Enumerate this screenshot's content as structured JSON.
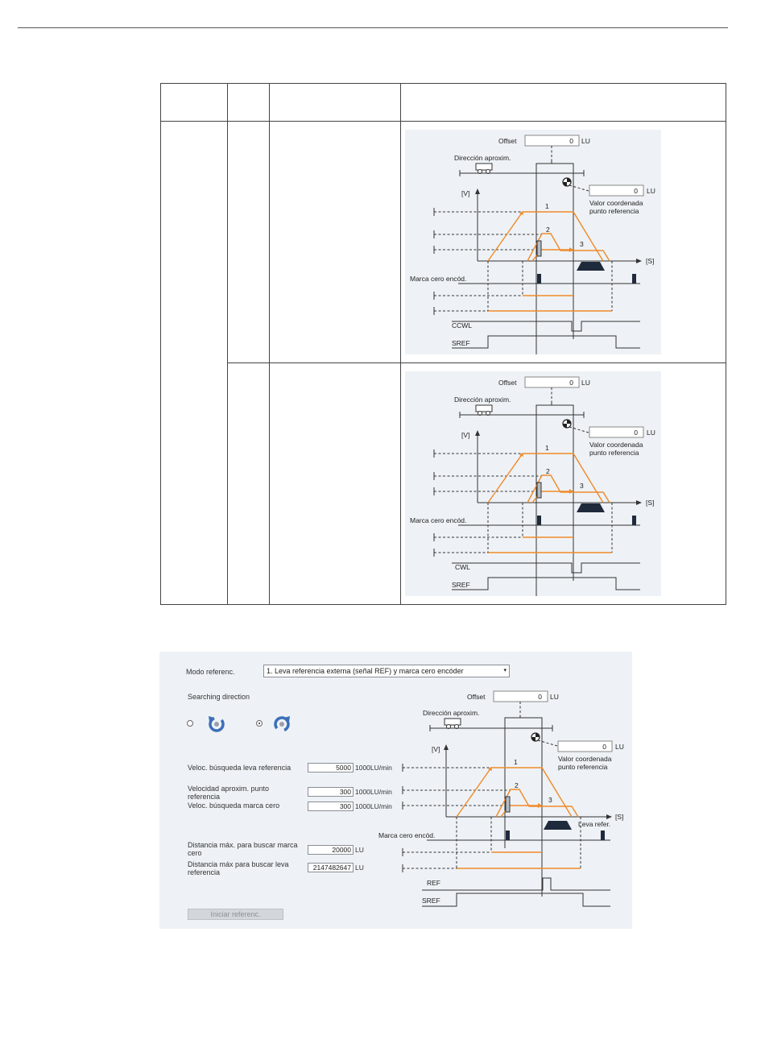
{
  "diagram1": {
    "offset_label": "Offset",
    "offset_value": "0",
    "offset_unit": "LU",
    "direction_label": "Dirección aproxim.",
    "v_axis": "[V]",
    "s_axis": "[S]",
    "ref_value": "0",
    "ref_unit": "LU",
    "ref_label_1": "Valor coordenada",
    "ref_label_2": "punto referencia",
    "encoder_label": "Marca cero encód.",
    "limit_label": "CCWL",
    "sref_label": "SREF",
    "step1": "1",
    "step2": "2",
    "step3": "3"
  },
  "diagram2": {
    "offset_label": "Offset",
    "offset_value": "0",
    "offset_unit": "LU",
    "direction_label": "Dirección aproxim.",
    "v_axis": "[V]",
    "s_axis": "[S]",
    "ref_value": "0",
    "ref_unit": "LU",
    "ref_label_1": "Valor coordenada",
    "ref_label_2": "punto referencia",
    "encoder_label": "Marca cero encód.",
    "limit_label": "CWL",
    "sref_label": "SREF",
    "step1": "1",
    "step2": "2",
    "step3": "3"
  },
  "panel": {
    "mode_label": "Modo referenc.",
    "mode_value": "1. Leva referencia externa (señal REF) y marca cero encóder",
    "search_dir_label": "Searching direction",
    "velocity_cam_label": "Veloc. búsqueda leva referencia",
    "velocity_cam_value": "5000",
    "velocity_cam_unit": "1000LU/min",
    "velocity_approach_label_1": "Velocidad aproxim. punto",
    "velocity_approach_label_2": "referencia",
    "velocity_approach_value": "300",
    "velocity_approach_unit": "1000LU/min",
    "velocity_zero_label": "Veloc. búsqueda marca cero",
    "velocity_zero_value": "300",
    "velocity_zero_unit": "1000LU/min",
    "dist_zero_label_1": "Distancia máx. para buscar marca",
    "dist_zero_label_2": "cero",
    "dist_zero_value": "20000",
    "dist_zero_unit": "LU",
    "dist_cam_label_1": "Distancia máx para buscar leva",
    "dist_cam_label_2": "referencia",
    "dist_cam_value": "2147482647",
    "dist_cam_unit": "LU",
    "start_button": "Iniciar referenc.",
    "diagram": {
      "offset_label": "Offset",
      "offset_value": "0",
      "offset_unit": "LU",
      "direction_label": "Dirección aproxim.",
      "v_axis": "[V]",
      "s_axis": "[S]",
      "ref_value": "0",
      "ref_unit": "LU",
      "ref_label_1": "Valor coordenada",
      "ref_label_2": "punto referencia",
      "encoder_label": "Marca cero encód.",
      "cam_label": "Leva refer.",
      "ref_signal": "REF",
      "sref_label": "SREF",
      "step1": "1",
      "step2": "2",
      "step3": "3"
    }
  }
}
